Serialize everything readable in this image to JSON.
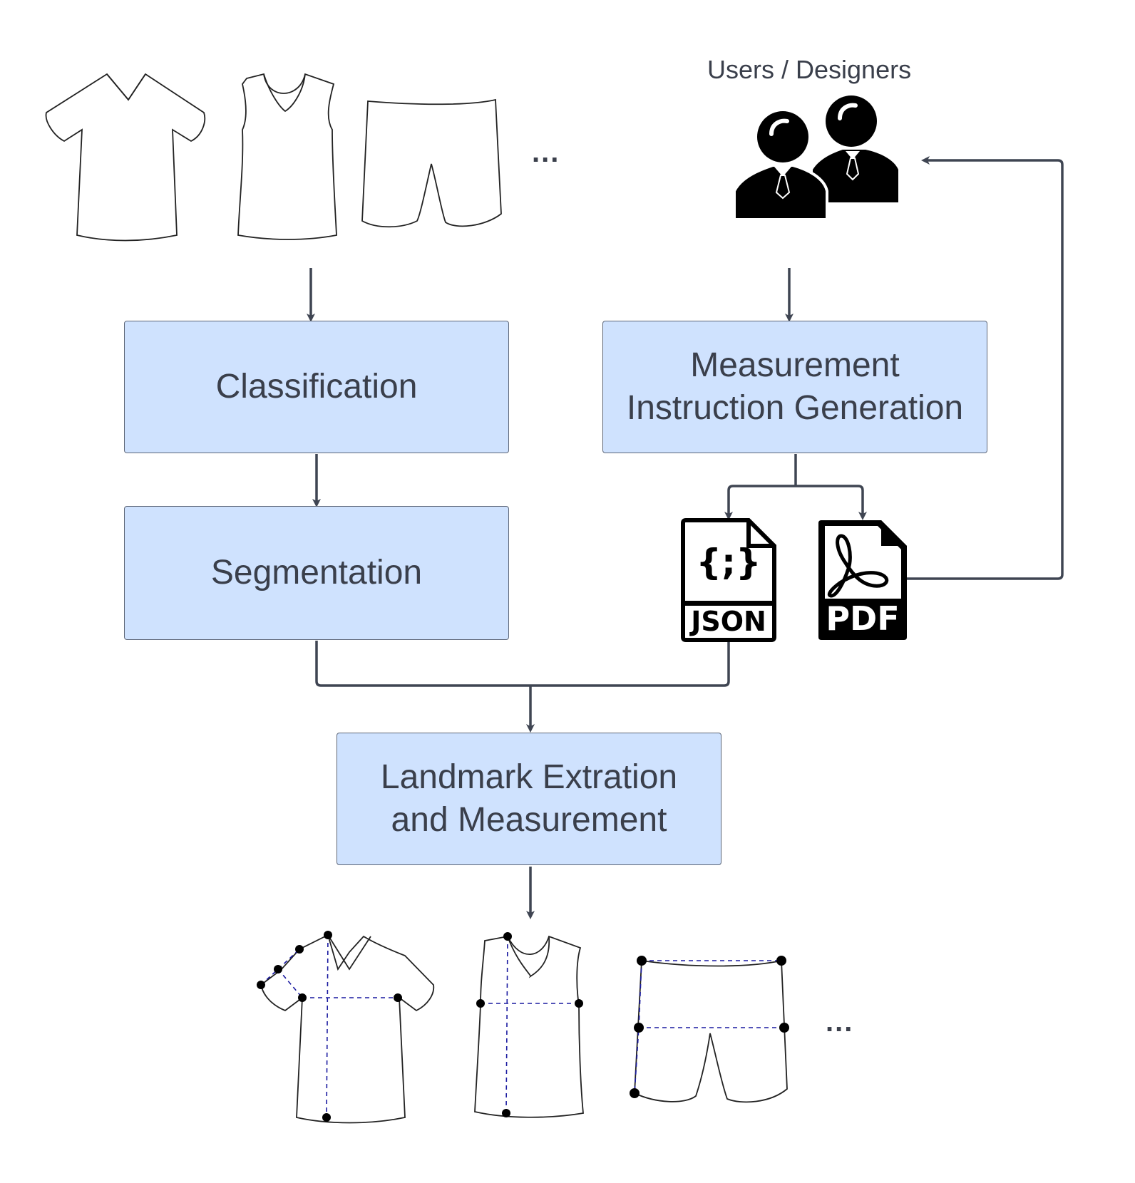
{
  "users_label": "Users / Designers",
  "boxes": {
    "classification": "Classification",
    "segmentation": "Segmentation",
    "instruction": "Measurement\nInstruction Generation",
    "landmark": "Landmark Extration\nand Measurement"
  },
  "files": {
    "json_symbol": "{;}",
    "json_label": "JSON",
    "pdf_label": "PDF"
  },
  "ellipsis_top": "...",
  "ellipsis_bottom": "...",
  "colors": {
    "box_fill": "#cfe2fe",
    "connector": "#3f4552",
    "text": "#3a3f4b",
    "measure_line": "#1a1aa0"
  }
}
